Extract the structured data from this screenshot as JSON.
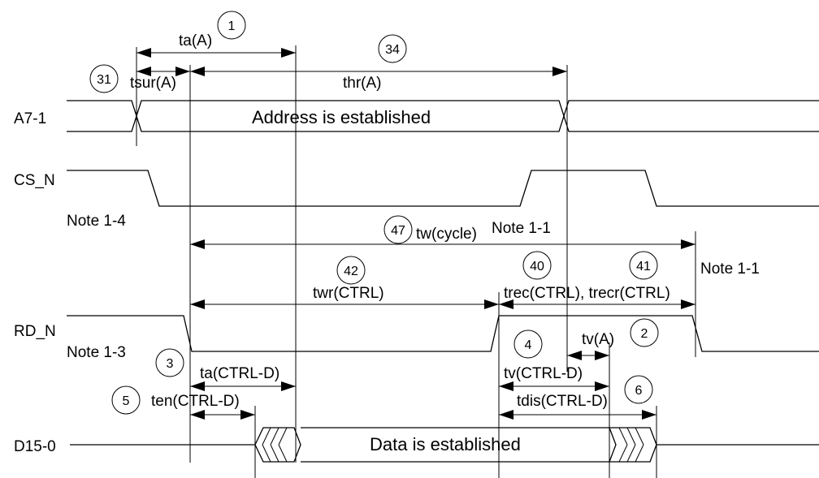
{
  "signals": {
    "a": "A7-1",
    "cs": "CS_N",
    "rd": "RD_N",
    "d": "D15-0"
  },
  "bus_text": {
    "address": "Address is established",
    "data": "Data is established"
  },
  "notes": {
    "n14": "Note 1-4",
    "n13": "Note 1-3",
    "n11a": "Note 1-1",
    "n11b": "Note 1-1"
  },
  "timings": {
    "ta_a": "ta(A)",
    "tsur_a": "tsur(A)",
    "thr_a": "thr(A)",
    "tw_cycle": "tw(cycle)",
    "twr_ctrl": "twr(CTRL)",
    "trec_ctrl": "trec(CTRL), trecr(CTRL)",
    "tv_a": "tv(A)",
    "ta_ctrl_d": "ta(CTRL-D)",
    "ten_ctrl_d": "ten(CTRL-D)",
    "tv_ctrl_d": "tv(CTRL-D)",
    "tdis_ctrl_d": "tdis(CTRL-D)"
  },
  "markers": {
    "m1": "1",
    "m34": "34",
    "m31": "31",
    "m47": "47",
    "m42": "42",
    "m40": "40",
    "m41": "41",
    "m4": "4",
    "m2": "2",
    "m3": "3",
    "m5": "5",
    "m6": "6"
  }
}
